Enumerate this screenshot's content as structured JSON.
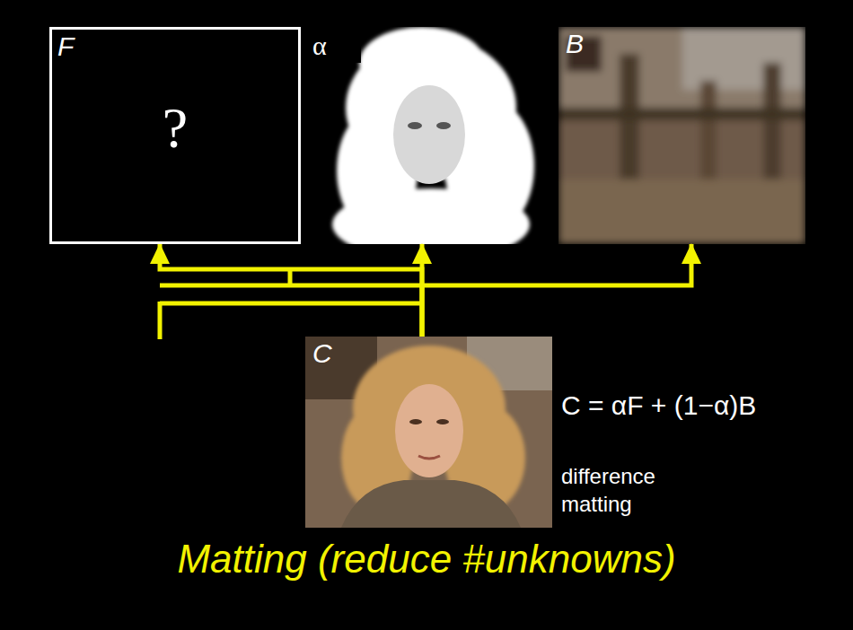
{
  "diagram": {
    "title": "Matting (reduce #unknowns)",
    "nodes": [
      {
        "text": [
          "F",
          "?"
        ]
      },
      {
        "text": [
          "α"
        ]
      },
      {
        "text": [
          "B"
        ]
      },
      {
        "text": [
          "C"
        ]
      }
    ],
    "edges": [
      {
        "from": 3,
        "to": 0,
        "arrow": "to"
      },
      {
        "from": 3,
        "to": 1,
        "arrow": "to"
      },
      {
        "from": 3,
        "to": 2,
        "arrow": "to"
      }
    ],
    "labels": [
      "C = αF + (1−α)B",
      "difference matting"
    ]
  }
}
